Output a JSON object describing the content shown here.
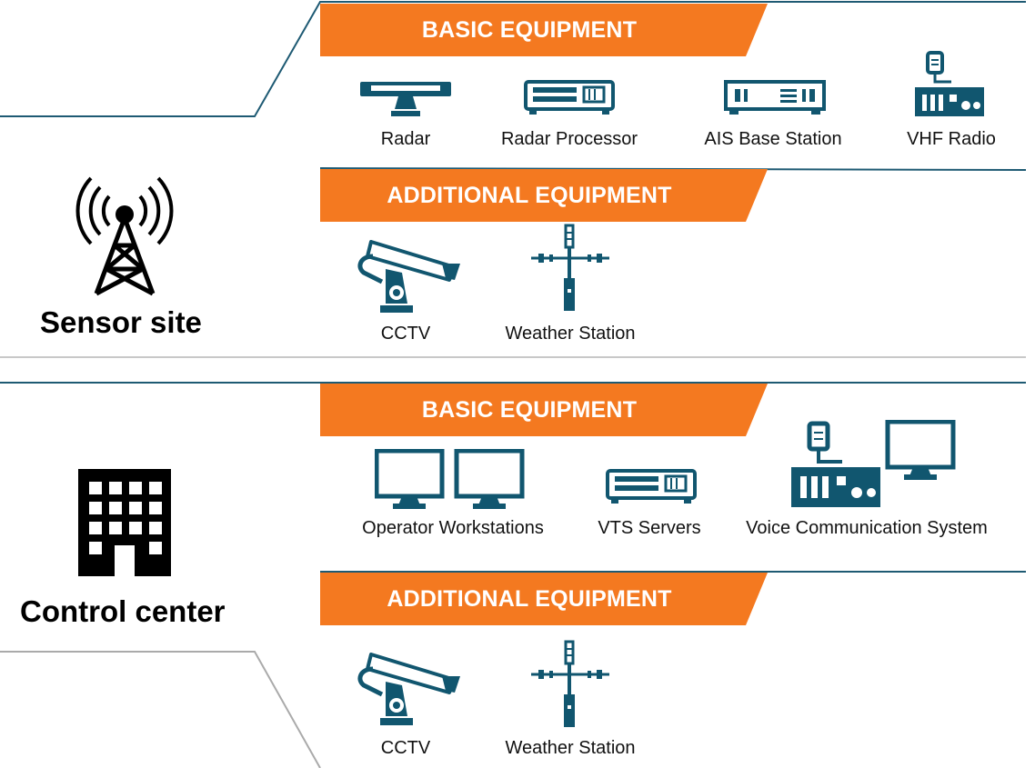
{
  "colors": {
    "accent": "#F47920",
    "icon": "#11566F",
    "line": "#1E5A73",
    "divider": "#C8C8C8",
    "title": "#000000"
  },
  "sensor_site": {
    "title": "Sensor site",
    "icon": "radio-tower-icon",
    "basic": {
      "label": "BASIC EQUIPMENT",
      "items": [
        {
          "label": "Radar",
          "icon": "radar-icon"
        },
        {
          "label": "Radar Processor",
          "icon": "radar-processor-icon"
        },
        {
          "label": "AIS Base Station",
          "icon": "ais-base-station-icon"
        },
        {
          "label": "VHF Radio",
          "icon": "vhf-radio-icon"
        }
      ]
    },
    "additional": {
      "label": "ADDITIONAL EQUIPMENT",
      "items": [
        {
          "label": "CCTV",
          "icon": "cctv-camera-icon"
        },
        {
          "label": "Weather Station",
          "icon": "weather-station-icon"
        }
      ]
    }
  },
  "control_center": {
    "title": "Control center",
    "icon": "office-building-icon",
    "basic": {
      "label": "BASIC EQUIPMENT",
      "items": [
        {
          "label": "Operator Workstations",
          "icon": "monitors-icon"
        },
        {
          "label": "VTS Servers",
          "icon": "server-icon"
        },
        {
          "label": "Voice Communication System",
          "icon": "voice-communication-icon"
        }
      ]
    },
    "additional": {
      "label": "ADDITIONAL EQUIPMENT",
      "items": [
        {
          "label": "CCTV",
          "icon": "cctv-camera-icon"
        },
        {
          "label": "Weather Station",
          "icon": "weather-station-icon"
        }
      ]
    }
  }
}
